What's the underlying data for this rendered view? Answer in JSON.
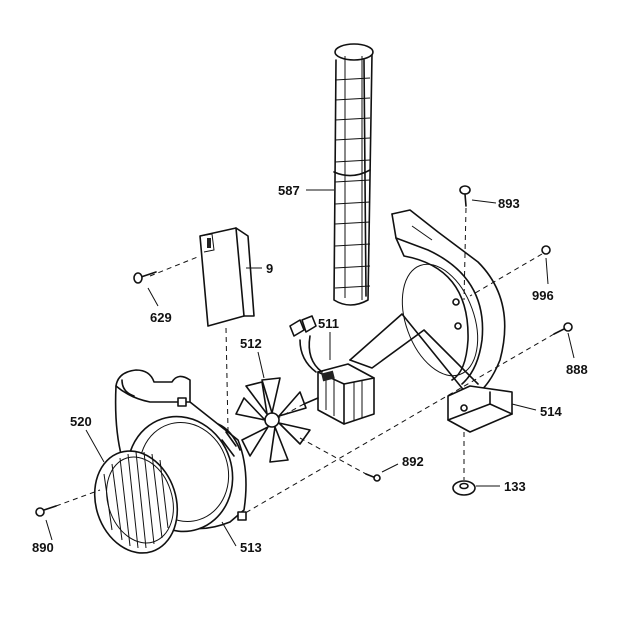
{
  "labels": {
    "p587": "587",
    "p9": "9",
    "p629": "629",
    "p512": "512",
    "p511": "511",
    "p520": "520",
    "p890": "890",
    "p513": "513",
    "p892": "892",
    "p893": "893",
    "p996": "996",
    "p888": "888",
    "p514": "514",
    "p133": "133"
  }
}
